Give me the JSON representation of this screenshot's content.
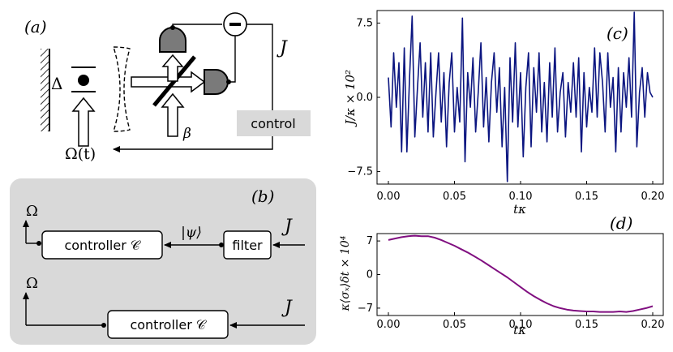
{
  "panel_a": {
    "label": "(a)",
    "detuning": "Δ",
    "signal": "J",
    "beta": "β",
    "drive": "Ω(t)",
    "control_box": "control",
    "minus": "−"
  },
  "panel_b": {
    "label": "(b)",
    "omega_top": "Ω",
    "omega_bottom": "Ω",
    "controller_top": "controller 𝒞",
    "controller_bottom": "controller 𝒞",
    "filter": "filter",
    "state": "|ψ⟩",
    "signal_top": "J",
    "signal_bottom": "J"
  },
  "colors": {
    "signal_line": "#0b1580",
    "expectation_line": "#800f80",
    "grey_panel": "#d9d9d9",
    "detector": "#7a7a7a"
  },
  "chart_data": [
    {
      "panel": "(c)",
      "type": "line",
      "ylabel": "J/κ × 10²",
      "xlabel": "tκ",
      "xlim": [
        0,
        0.2
      ],
      "ylim": [
        -8.6,
        8.6
      ],
      "xticks": [
        "0.00",
        "0.05",
        "0.10",
        "0.15",
        "0.20"
      ],
      "yticks": [
        "7.5",
        "0.0",
        "−7.5"
      ],
      "x": [
        0.0,
        0.002,
        0.004,
        0.006,
        0.008,
        0.01,
        0.012,
        0.014,
        0.016,
        0.018,
        0.02,
        0.022,
        0.024,
        0.026,
        0.028,
        0.03,
        0.032,
        0.034,
        0.036,
        0.038,
        0.04,
        0.042,
        0.044,
        0.046,
        0.048,
        0.05,
        0.052,
        0.054,
        0.056,
        0.058,
        0.06,
        0.062,
        0.064,
        0.066,
        0.068,
        0.07,
        0.072,
        0.074,
        0.076,
        0.078,
        0.08,
        0.082,
        0.084,
        0.086,
        0.088,
        0.09,
        0.092,
        0.094,
        0.096,
        0.098,
        0.1,
        0.102,
        0.104,
        0.106,
        0.108,
        0.11,
        0.112,
        0.114,
        0.116,
        0.118,
        0.12,
        0.122,
        0.124,
        0.126,
        0.128,
        0.13,
        0.132,
        0.134,
        0.136,
        0.138,
        0.14,
        0.142,
        0.144,
        0.146,
        0.148,
        0.15,
        0.152,
        0.154,
        0.156,
        0.158,
        0.16,
        0.162,
        0.164,
        0.166,
        0.168,
        0.17,
        0.172,
        0.174,
        0.176,
        0.178,
        0.18,
        0.182,
        0.184,
        0.186,
        0.188,
        0.19,
        0.192,
        0.194,
        0.196,
        0.198,
        0.2
      ],
      "y": [
        2.0,
        -3.0,
        4.5,
        -1.0,
        3.5,
        -5.5,
        5.0,
        -5.5,
        2.0,
        8.2,
        -4.0,
        1.0,
        5.5,
        -2.0,
        3.5,
        -3.5,
        4.5,
        -4.0,
        0.5,
        4.5,
        -2.5,
        2.5,
        -5.0,
        1.5,
        4.5,
        -3.5,
        1.0,
        -2.5,
        8.0,
        -6.5,
        2.5,
        -1.0,
        4.0,
        -3.5,
        0.5,
        5.5,
        -3.0,
        2.0,
        -4.5,
        1.5,
        4.5,
        -1.5,
        3.0,
        -5.0,
        1.0,
        -8.5,
        4.0,
        -2.5,
        5.5,
        -3.0,
        2.5,
        -6.0,
        1.0,
        4.5,
        -5.0,
        3.0,
        -1.5,
        4.5,
        -3.5,
        1.5,
        -4.5,
        3.5,
        -2.0,
        5.0,
        -3.5,
        0.5,
        2.5,
        -4.0,
        1.5,
        -1.5,
        3.5,
        -2.0,
        4.0,
        -5.5,
        2.5,
        -3.0,
        1.0,
        -1.5,
        5.0,
        -2.0,
        4.5,
        1.5,
        -3.5,
        4.5,
        -1.0,
        2.0,
        -5.5,
        3.0,
        -3.5,
        2.5,
        -1.0,
        4.0,
        -2.0,
        8.6,
        -5.0,
        0.5,
        3.0,
        -2.0,
        2.5,
        0.5,
        0.0
      ]
    },
    {
      "panel": "(d)",
      "type": "line",
      "ylabel": "κ⟨σₓ⟩δt × 10⁴",
      "xlabel": "tκ",
      "xlim": [
        0,
        0.2
      ],
      "ylim": [
        -8.2,
        8.2
      ],
      "xticks": [
        "0.00",
        "0.05",
        "0.10",
        "0.15",
        "0.20"
      ],
      "yticks": [
        "7",
        "0",
        "−7"
      ],
      "x": [
        0.0,
        0.005,
        0.01,
        0.015,
        0.02,
        0.025,
        0.03,
        0.035,
        0.04,
        0.045,
        0.05,
        0.055,
        0.06,
        0.065,
        0.07,
        0.075,
        0.08,
        0.085,
        0.09,
        0.095,
        0.1,
        0.105,
        0.11,
        0.115,
        0.12,
        0.125,
        0.13,
        0.135,
        0.14,
        0.145,
        0.15,
        0.155,
        0.16,
        0.165,
        0.17,
        0.175,
        0.18,
        0.185,
        0.19,
        0.195,
        0.2
      ],
      "y": [
        7.2,
        7.5,
        7.8,
        8.0,
        8.1,
        8.0,
        8.0,
        7.7,
        7.2,
        6.6,
        6.0,
        5.3,
        4.6,
        3.8,
        3.0,
        2.1,
        1.2,
        0.3,
        -0.6,
        -1.6,
        -2.6,
        -3.6,
        -4.5,
        -5.3,
        -6.0,
        -6.6,
        -7.0,
        -7.3,
        -7.5,
        -7.6,
        -7.7,
        -7.7,
        -7.8,
        -7.8,
        -7.8,
        -7.7,
        -7.8,
        -7.6,
        -7.3,
        -7.0,
        -6.6
      ]
    }
  ]
}
